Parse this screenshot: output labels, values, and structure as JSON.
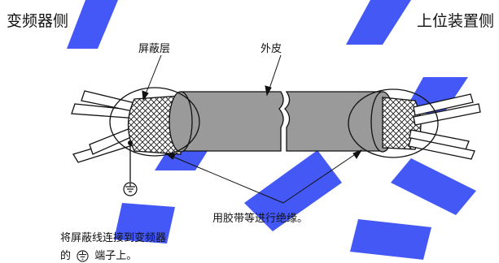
{
  "labels": {
    "left_side": "变频器侧",
    "right_side": "上位装置侧",
    "shield": "屏蔽层",
    "sheath": "外皮",
    "tape_note": "用胶带等进行绝缘。",
    "connect_note_line1": "将屏蔽线连接到变频器",
    "connect_note_prefix": "的",
    "connect_note_suffix": "端子上。"
  },
  "icons": {
    "ground": "ground-symbol-icon"
  },
  "colors": {
    "sheath_fill": "#9a9a9a",
    "watermark": "#2f46f5",
    "ink": "#111111"
  }
}
